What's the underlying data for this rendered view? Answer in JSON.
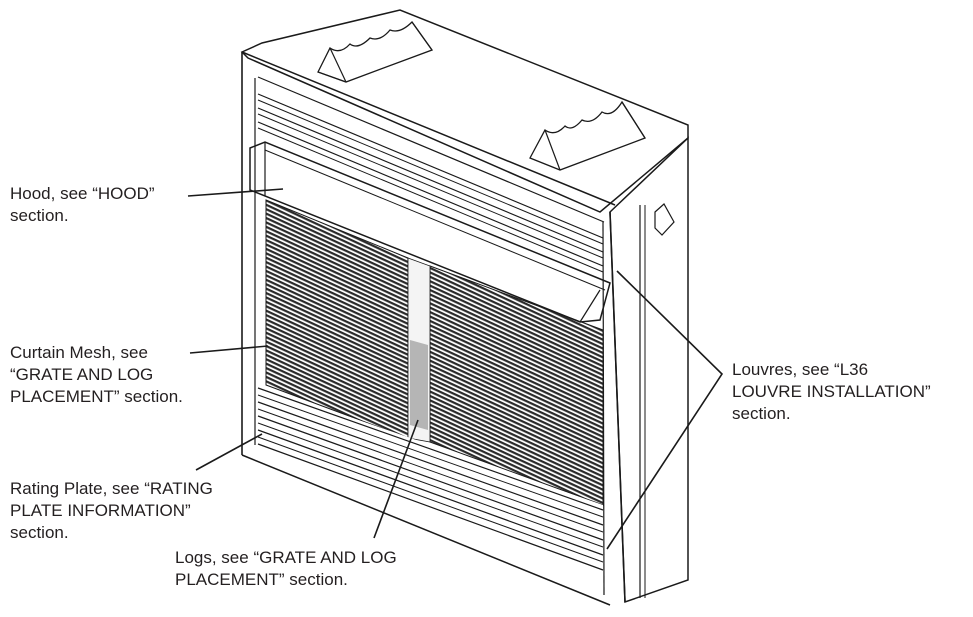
{
  "figure": {
    "subject": "Gas fireplace with component callouts",
    "callouts": [
      {
        "id": "hood",
        "text": "Hood, see “HOOD”\nsection."
      },
      {
        "id": "curtain-mesh",
        "text": "Curtain Mesh, see\n“GRATE AND LOG\nPLACEMENT” section."
      },
      {
        "id": "rating-plate",
        "text": "Rating Plate, see “RATING\nPLATE INFORMATION”\nsection."
      },
      {
        "id": "logs",
        "text": "Logs, see “GRATE AND LOG\nPLACEMENT” section."
      },
      {
        "id": "louvres",
        "text": "Louvres, see “L36\nLOUVRE INSTALLATION”\nsection."
      }
    ]
  }
}
